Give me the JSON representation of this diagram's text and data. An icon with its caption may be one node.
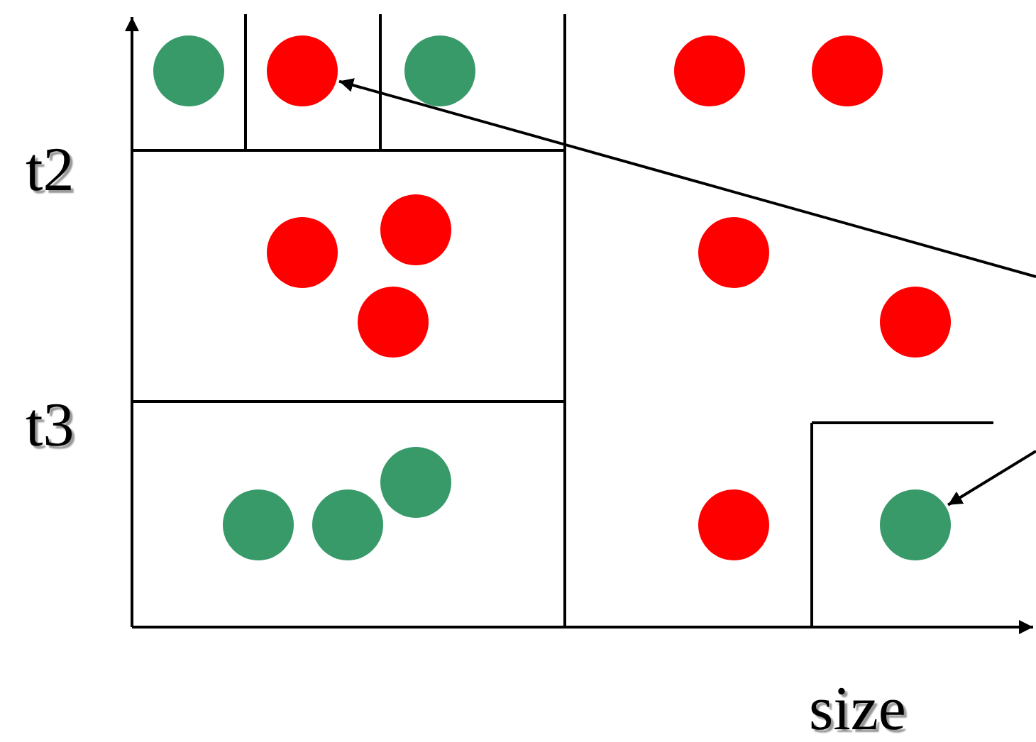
{
  "diagram": {
    "nodes": [
      {
        "text": [],
        "shape": "circle"
      },
      {
        "text": [],
        "shape": "circle"
      },
      {
        "text": [],
        "shape": "circle"
      },
      {
        "text": [],
        "shape": "circle"
      },
      {
        "text": [],
        "shape": "circle"
      },
      {
        "text": [],
        "shape": "circle"
      },
      {
        "text": [],
        "shape": "circle"
      },
      {
        "text": [],
        "shape": "circle"
      },
      {
        "text": [],
        "shape": "circle"
      },
      {
        "text": [],
        "shape": "circle"
      },
      {
        "text": [],
        "shape": "circle"
      },
      {
        "text": [],
        "shape": "circle"
      },
      {
        "text": [],
        "shape": "circle"
      },
      {
        "text": [],
        "shape": "circle"
      },
      {
        "text": [],
        "shape": "circle"
      }
    ],
    "edges": [
      {
        "from": null,
        "to": 1,
        "arrow": "to"
      },
      {
        "from": null,
        "to": 14,
        "arrow": "to"
      }
    ],
    "labels": [
      "t2",
      "t3",
      "size"
    ]
  }
}
